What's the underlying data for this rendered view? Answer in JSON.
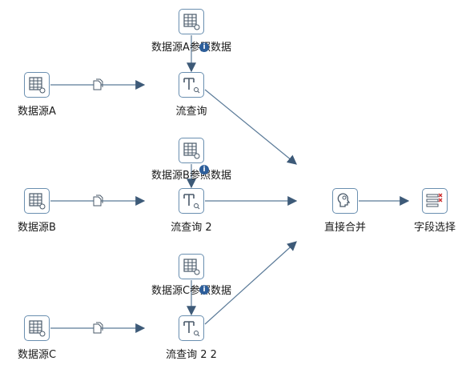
{
  "nodes": {
    "source_a": {
      "label": "数据源A",
      "icon": "table-input-icon"
    },
    "source_b": {
      "label": "数据源B",
      "icon": "table-input-icon"
    },
    "source_c": {
      "label": "数据源C",
      "icon": "table-input-icon"
    },
    "ref_a": {
      "label": "数据源A参照数据",
      "icon": "table-input-icon"
    },
    "ref_b": {
      "label": "数据源B参照数据",
      "icon": "table-input-icon"
    },
    "ref_c": {
      "label": "数据源C参照数据",
      "icon": "table-input-icon"
    },
    "lookup_1": {
      "label": "流查询",
      "icon": "stream-lookup-icon"
    },
    "lookup_2": {
      "label": "流查询 2",
      "icon": "stream-lookup-icon"
    },
    "lookup_3": {
      "label": "流查询 2 2",
      "icon": "stream-lookup-icon"
    },
    "merge": {
      "label": "直接合并",
      "icon": "append-merge-icon"
    },
    "select": {
      "label": "字段选择",
      "icon": "select-values-icon"
    }
  },
  "hops": [
    {
      "from": "source_a",
      "to": "lookup_1",
      "icon": "copy-rows-icon"
    },
    {
      "from": "source_b",
      "to": "lookup_2",
      "icon": "copy-rows-icon"
    },
    {
      "from": "source_c",
      "to": "lookup_3",
      "icon": "copy-rows-icon"
    },
    {
      "from": "ref_a",
      "to": "lookup_1",
      "icon": "info-icon"
    },
    {
      "from": "ref_b",
      "to": "lookup_2",
      "icon": "info-icon"
    },
    {
      "from": "ref_c",
      "to": "lookup_3",
      "icon": "info-icon"
    },
    {
      "from": "lookup_1",
      "to": "merge"
    },
    {
      "from": "lookup_2",
      "to": "merge"
    },
    {
      "from": "lookup_3",
      "to": "merge"
    },
    {
      "from": "merge",
      "to": "select"
    }
  ],
  "colors": {
    "line": "#5a7a98",
    "node_border": "#6a8fb0",
    "badge": "#2d5e9a",
    "icon": "#4a5a6a"
  }
}
